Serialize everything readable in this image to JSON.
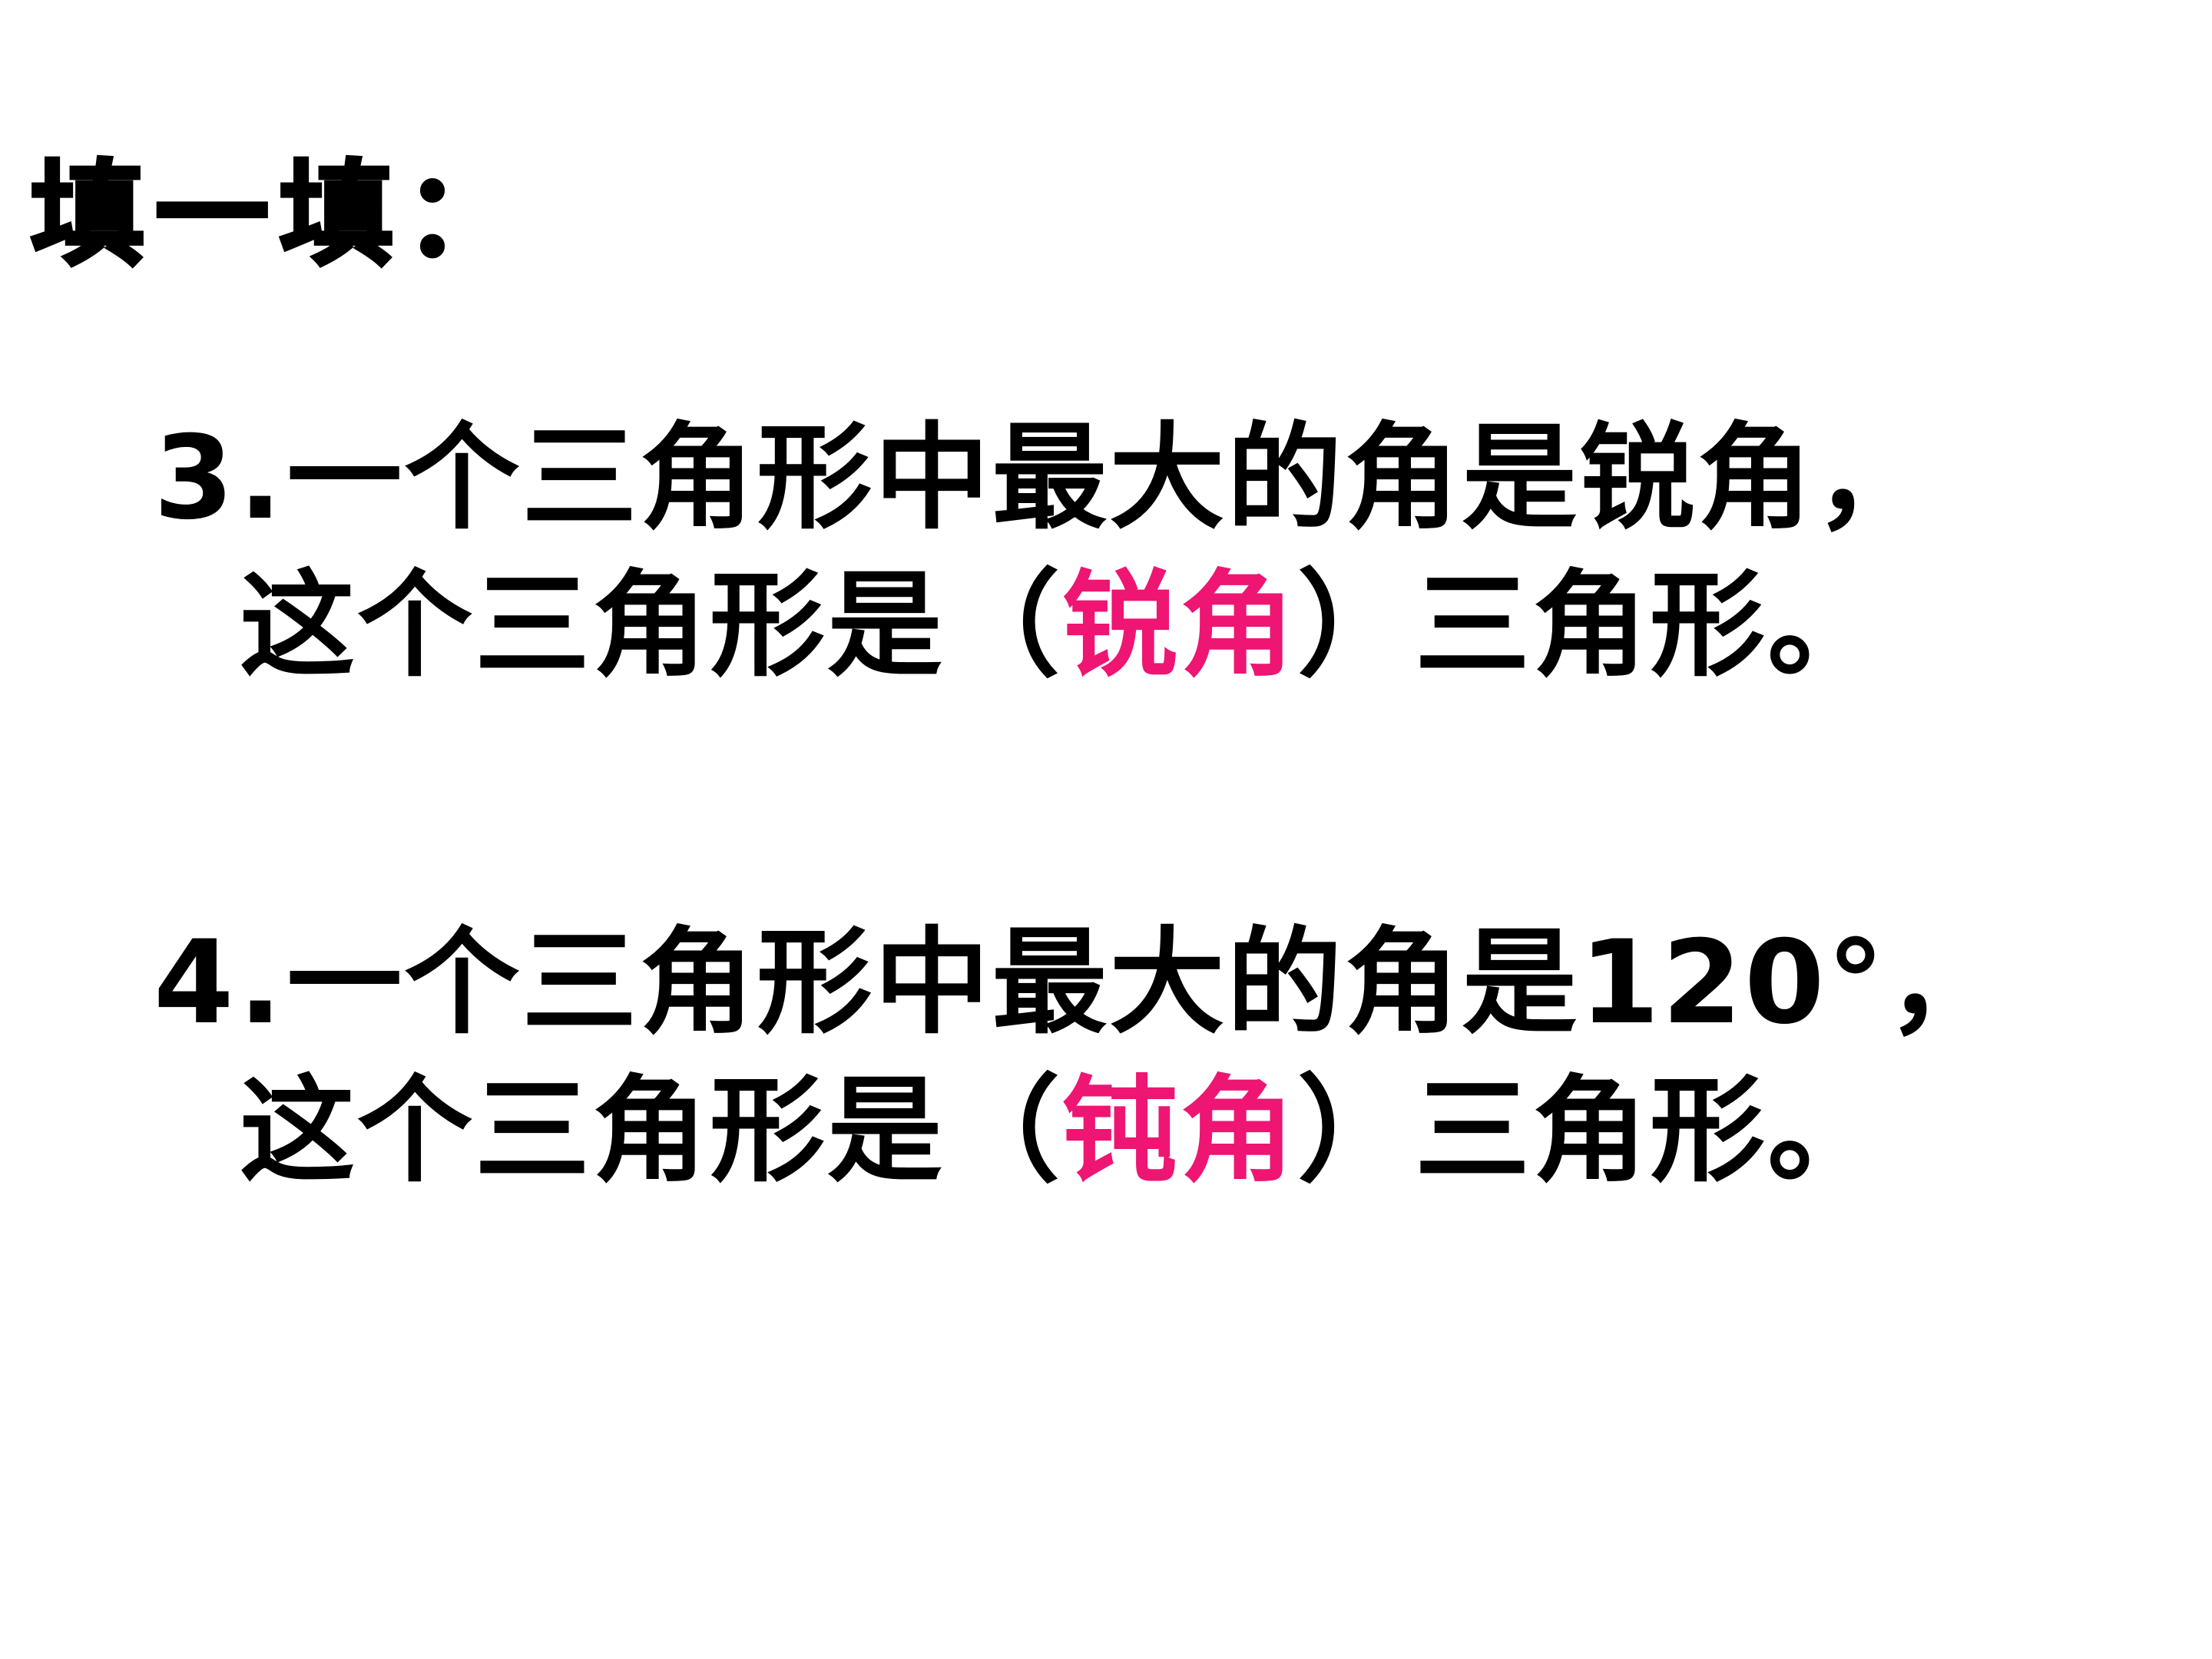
{
  "title": "填一填：",
  "questions": [
    {
      "number": "3.",
      "line1": "一个三角形中最大的角是锐角，",
      "line2_before": "这个三角形是（",
      "answer": "锐角",
      "line2_after": "）三角形。"
    },
    {
      "number": "4.",
      "line1": "一个三角形中最大的角是120°，",
      "line2_before": "这个三角形是（",
      "answer": "钝角",
      "line2_after": "）三角形。"
    }
  ],
  "colors": {
    "text": "#000000",
    "answer": "#ee1573",
    "background": "#ffffff"
  }
}
